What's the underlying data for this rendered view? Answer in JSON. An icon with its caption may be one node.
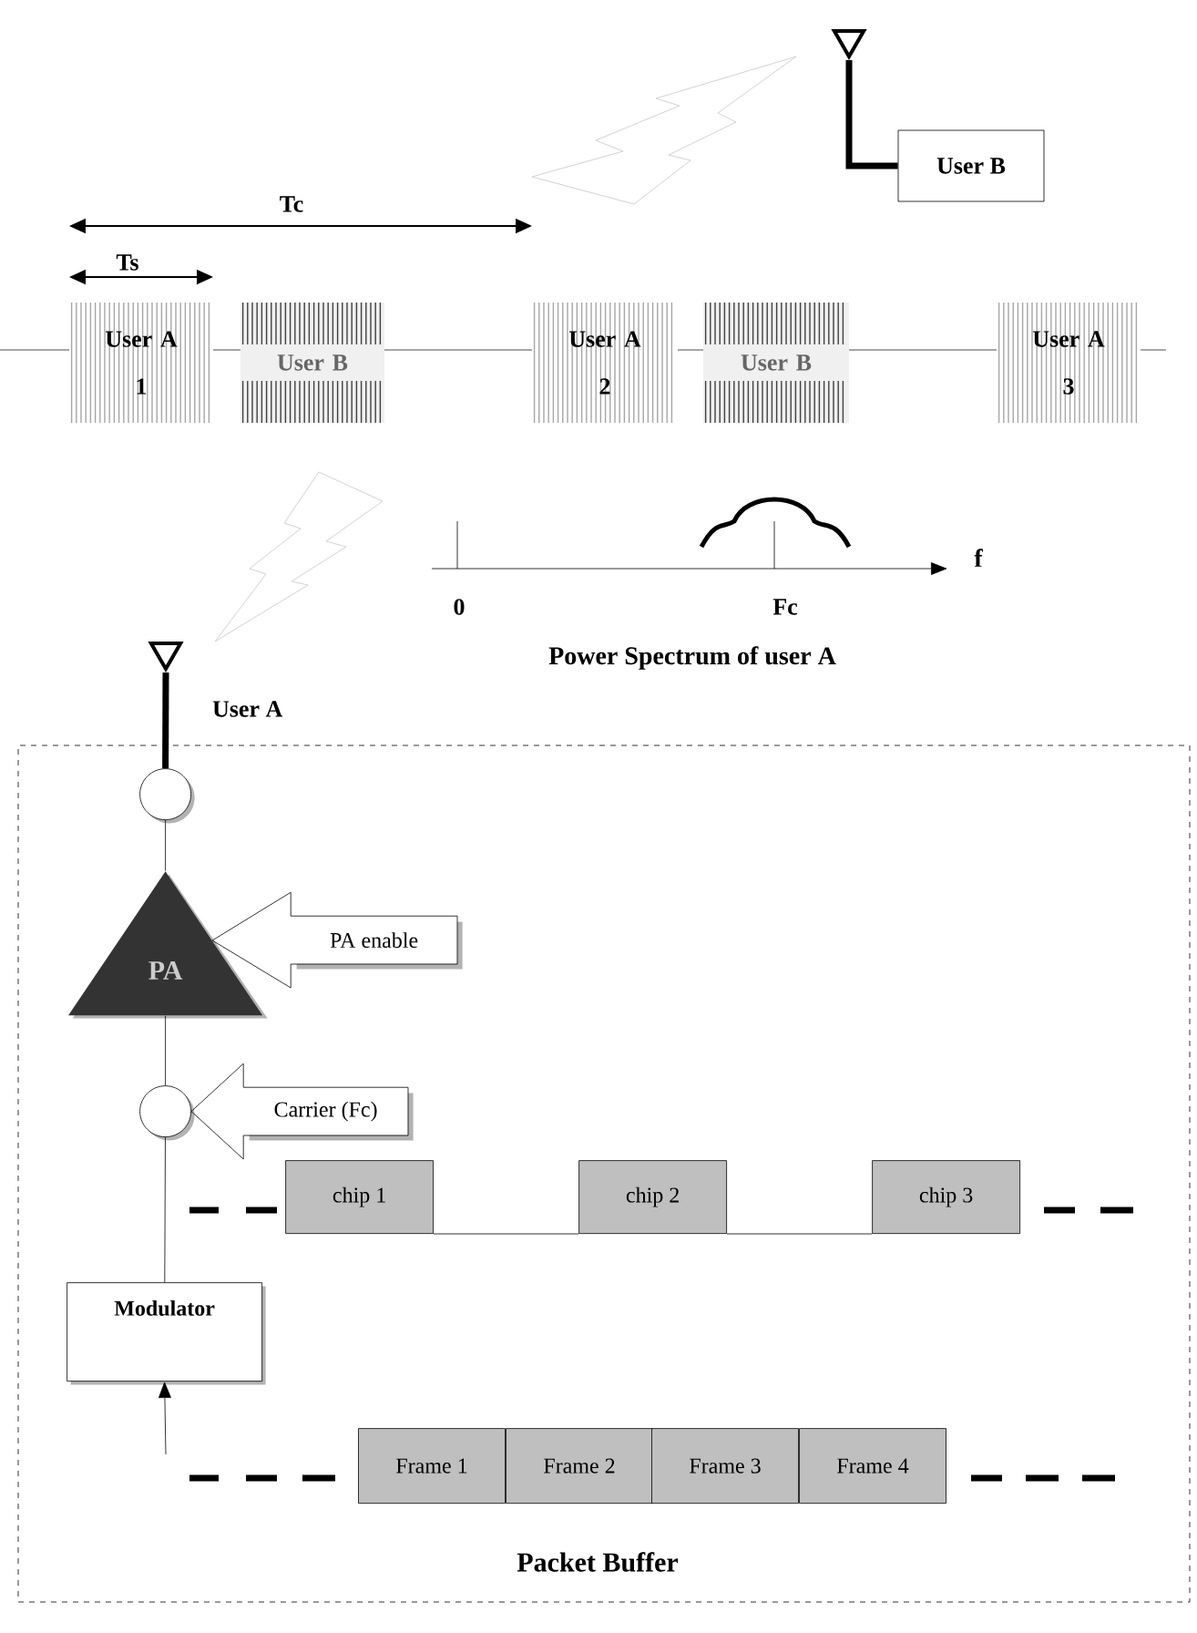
{
  "diagram": {
    "nodes": [
      {
        "text": [],
        "shape": "antenna"
      },
      {
        "text": [
          "User B"
        ]
      },
      {
        "text": [
          "User A",
          "1"
        ]
      },
      {
        "text": [
          "User B"
        ]
      },
      {
        "text": [
          "User A",
          "2"
        ]
      },
      {
        "text": [
          "User B"
        ]
      },
      {
        "text": [
          "User A",
          "3"
        ]
      },
      {
        "text": [],
        "shape": "antenna",
        "beside": [
          "User A"
        ]
      },
      {
        "text": [
          "Packet Buffer"
        ]
      },
      {
        "text": [],
        "shape": "circle",
        "in": 8
      },
      {
        "text": [
          "PA"
        ],
        "in": 8
      },
      {
        "text": [
          "PA enable"
        ],
        "in": 8
      },
      {
        "text": [],
        "shape": "circle",
        "in": 8
      },
      {
        "text": [
          "Carrier (Fc)"
        ],
        "in": 8
      },
      {
        "text": [
          "chip 1"
        ],
        "in": 8
      },
      {
        "text": [
          "chip 2"
        ],
        "in": 8
      },
      {
        "text": [
          "chip 3"
        ],
        "in": 8
      },
      {
        "text": [
          "Modulator"
        ],
        "in": 8
      },
      {
        "text": [
          "Frame 1"
        ],
        "in": 8
      },
      {
        "text": [
          "Frame 2"
        ],
        "in": 8
      },
      {
        "text": [
          "Frame 3"
        ],
        "in": 8
      },
      {
        "text": [
          "Frame 4"
        ],
        "in": 8
      }
    ],
    "edges": [
      {
        "from": 0,
        "to": 1,
        "arrow": "none",
        "style": "thick"
      },
      {
        "from": 7,
        "to": 9,
        "arrow": "none",
        "style": "thick"
      },
      {
        "from": 9,
        "to": 10,
        "arrow": "none"
      },
      {
        "from": 11,
        "to": 10,
        "arrow": "to"
      },
      {
        "from": 10,
        "to": 12,
        "arrow": "none"
      },
      {
        "from": 13,
        "to": 12,
        "arrow": "to"
      },
      {
        "from": 12,
        "to": 17,
        "arrow": "none"
      },
      {
        "from": null,
        "to": 17,
        "arrow": "to"
      },
      {
        "from": 14,
        "to": 15,
        "arrow": "none"
      },
      {
        "from": 15,
        "to": 16,
        "arrow": "none"
      }
    ],
    "labels": [
      "Tc",
      "Ts",
      "f",
      "0",
      "Fc",
      "Power Spectrum of user A"
    ]
  }
}
